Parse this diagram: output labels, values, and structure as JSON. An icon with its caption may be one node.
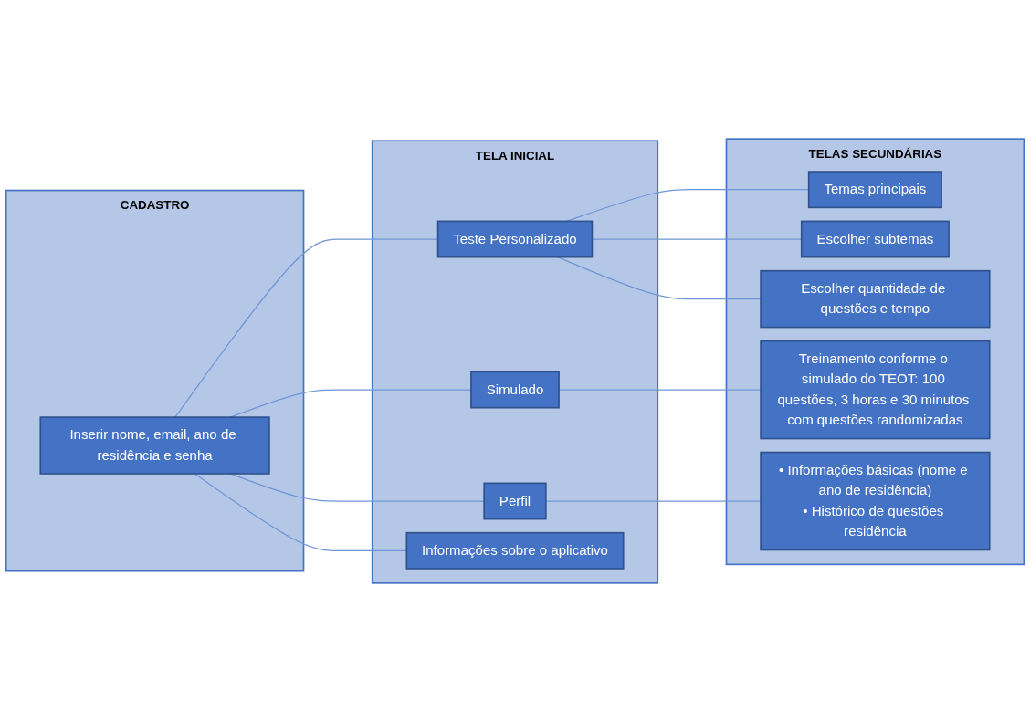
{
  "diagram": {
    "nodes": [
      {
        "text": [
          "CADASTRO"
        ]
      },
      {
        "text": [
          "Inserir nome, email, ano de residência e senha"
        ],
        "in": 0
      },
      {
        "text": [
          "TELA INICIAL"
        ]
      },
      {
        "text": [
          "Teste Personalizado"
        ],
        "in": 2
      },
      {
        "text": [
          "Simulado"
        ],
        "in": 2
      },
      {
        "text": [
          "Perfil"
        ],
        "in": 2
      },
      {
        "text": [
          "Informações sobre o aplicativo"
        ],
        "in": 2
      },
      {
        "text": [
          "TELAS SECUNDÁRIAS"
        ]
      },
      {
        "text": [
          "Temas principais"
        ],
        "in": 7
      },
      {
        "text": [
          "Escolher subtemas"
        ],
        "in": 7
      },
      {
        "text": [
          "Escolher quantidade de questões e tempo"
        ],
        "in": 7
      },
      {
        "text": [
          "Treinamento conforme o simulado do TEOT: 100 questões, 3 horas e 30 minutos com questões randomizadas"
        ],
        "in": 7
      },
      {
        "text": [
          "• Informações básicas (nome e ano de residência)",
          "• Histórico de questões residência"
        ],
        "in": 7
      }
    ],
    "edges": [
      {
        "from": 1,
        "to": 3,
        "arrow": "none"
      },
      {
        "from": 1,
        "to": 4,
        "arrow": "none"
      },
      {
        "from": 1,
        "to": 5,
        "arrow": "none"
      },
      {
        "from": 1,
        "to": 6,
        "arrow": "none"
      },
      {
        "from": 3,
        "to": 8,
        "arrow": "none"
      },
      {
        "from": 3,
        "to": 9,
        "arrow": "none"
      },
      {
        "from": 3,
        "to": 10,
        "arrow": "none"
      },
      {
        "from": 4,
        "to": 11,
        "arrow": "none"
      },
      {
        "from": 5,
        "to": 12,
        "arrow": "none"
      }
    ]
  }
}
